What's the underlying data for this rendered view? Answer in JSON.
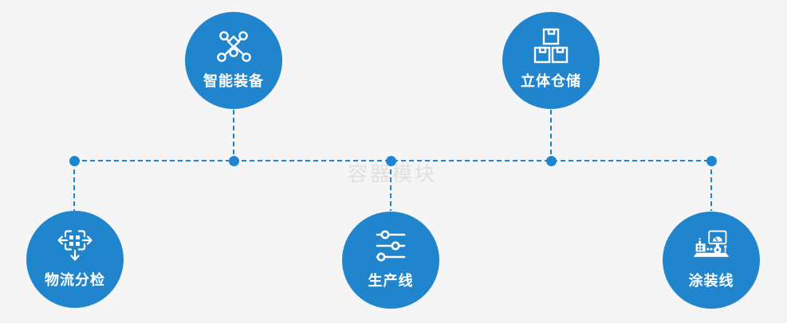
{
  "diagram": {
    "watermark": "容器模块",
    "colors": {
      "node_blue": "#2085cc",
      "connector_blue": "#1e86d0",
      "background": "#f5f5f6",
      "label_text": "#ffffff",
      "watermark_gray": "#e0e0e3"
    },
    "nodes": [
      {
        "id": "smart-equipment",
        "label": "智能装备",
        "icon": "network-nodes-icon",
        "row": "top"
      },
      {
        "id": "stereo-warehouse",
        "label": "立体仓储",
        "icon": "stacked-boxes-icon",
        "row": "top"
      },
      {
        "id": "logistics-sorting",
        "label": "物流分检",
        "icon": "sorting-arrows-icon",
        "row": "bottom"
      },
      {
        "id": "production-line",
        "label": "生产线",
        "icon": "sliders-icon",
        "row": "bottom"
      },
      {
        "id": "painting-line",
        "label": "涂装线",
        "icon": "machine-monitor-icon",
        "row": "bottom"
      }
    ]
  }
}
